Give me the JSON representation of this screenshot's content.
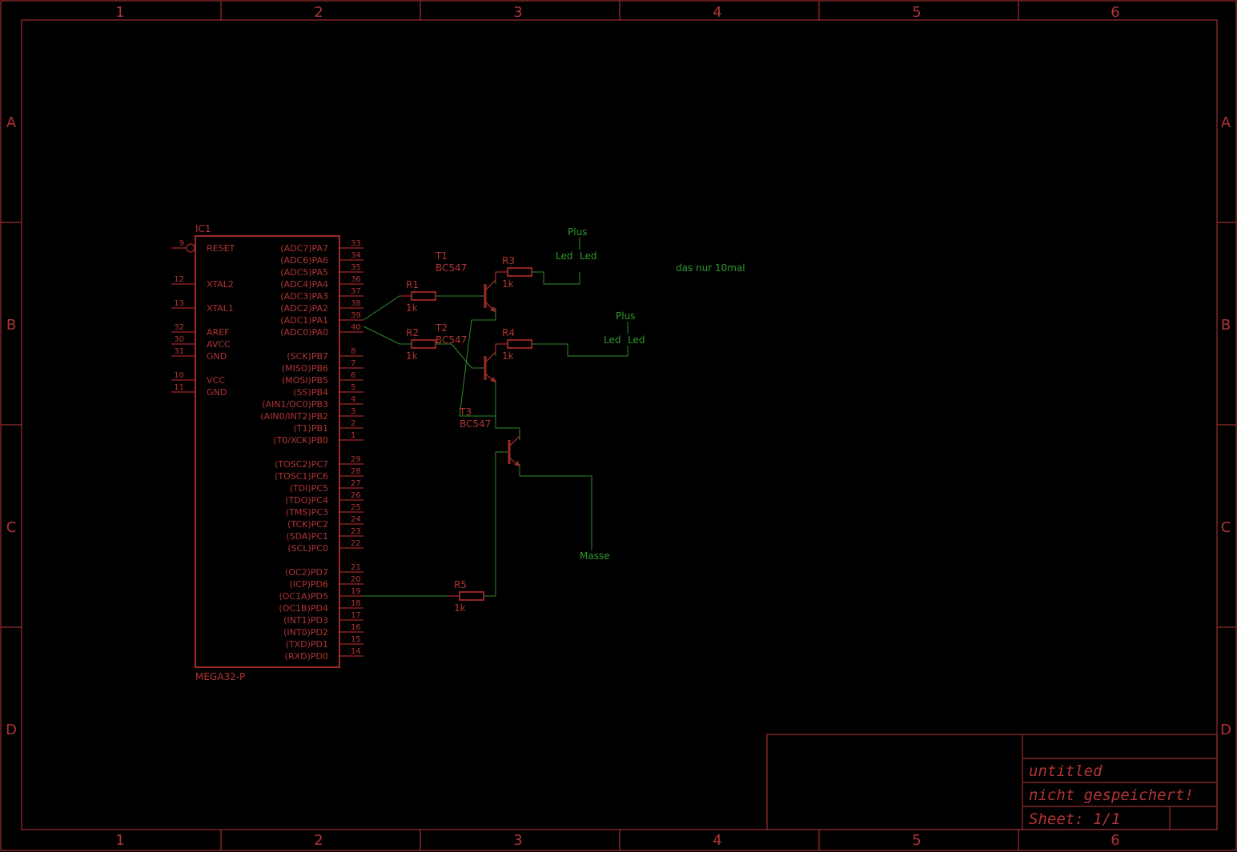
{
  "frame": {
    "columns": [
      "1",
      "2",
      "3",
      "4",
      "5",
      "6"
    ],
    "rows": [
      "A",
      "B",
      "C",
      "D"
    ]
  },
  "ic": {
    "name": "IC1",
    "value": "MEGA32-P",
    "left_pins": [
      {
        "num": "9",
        "label": "RESET"
      },
      {
        "num": "12",
        "label": "XTAL2"
      },
      {
        "num": "13",
        "label": "XTAL1"
      },
      {
        "num": "32",
        "label": "AREF"
      },
      {
        "num": "30",
        "label": "AVCC"
      },
      {
        "num": "31",
        "label": "GND"
      },
      {
        "num": "10",
        "label": "VCC"
      },
      {
        "num": "11",
        "label": "GND"
      }
    ],
    "right_pins": [
      {
        "num": "33",
        "label": "(ADC7)PA7"
      },
      {
        "num": "34",
        "label": "(ADC6)PA6"
      },
      {
        "num": "35",
        "label": "(ADC5)PA5"
      },
      {
        "num": "36",
        "label": "(ADC4)PA4"
      },
      {
        "num": "37",
        "label": "(ADC3)PA3"
      },
      {
        "num": "38",
        "label": "(ADC2)PA2"
      },
      {
        "num": "39",
        "label": "(ADC1)PA1"
      },
      {
        "num": "40",
        "label": "(ADC0)PA0"
      },
      {
        "num": "8",
        "label": "(SCK)PB7"
      },
      {
        "num": "7",
        "label": "(MISO)PB6"
      },
      {
        "num": "6",
        "label": "(MOSI)PB5"
      },
      {
        "num": "5",
        "label": "(SS)PB4"
      },
      {
        "num": "4",
        "label": "(AIN1/OC0)PB3"
      },
      {
        "num": "3",
        "label": "(AIN0/INT2)PB2"
      },
      {
        "num": "2",
        "label": "(T1)PB1"
      },
      {
        "num": "1",
        "label": "(T0/XCK)PB0"
      },
      {
        "num": "29",
        "label": "(TOSC2)PC7"
      },
      {
        "num": "28",
        "label": "(TOSC1)PC6"
      },
      {
        "num": "27",
        "label": "(TDI)PC5"
      },
      {
        "num": "26",
        "label": "(TDO)PC4"
      },
      {
        "num": "25",
        "label": "(TMS)PC3"
      },
      {
        "num": "24",
        "label": "(TCK)PC2"
      },
      {
        "num": "23",
        "label": "(SDA)PC1"
      },
      {
        "num": "22",
        "label": "(SCL)PC0"
      },
      {
        "num": "21",
        "label": "(OC2)PD7"
      },
      {
        "num": "20",
        "label": "(ICP)PD6"
      },
      {
        "num": "19",
        "label": "(OC1A)PD5"
      },
      {
        "num": "18",
        "label": "(OC1B)PD4"
      },
      {
        "num": "17",
        "label": "(INT1)PD3"
      },
      {
        "num": "16",
        "label": "(INT0)PD2"
      },
      {
        "num": "15",
        "label": "(TXD)PD1"
      },
      {
        "num": "14",
        "label": "(RXD)PD0"
      }
    ]
  },
  "resistors": [
    {
      "name": "R1",
      "value": "1k"
    },
    {
      "name": "R2",
      "value": "1k"
    },
    {
      "name": "R3",
      "value": "1k"
    },
    {
      "name": "R4",
      "value": "1k"
    },
    {
      "name": "R5",
      "value": "1k"
    }
  ],
  "transistors": [
    {
      "name": "T1",
      "value": "BC547"
    },
    {
      "name": "T2",
      "value": "BC547"
    },
    {
      "name": "T3",
      "value": "BC547"
    }
  ],
  "net_labels": {
    "plus1": "Plus",
    "led1a": "Led",
    "led1b": "Led",
    "plus2": "Plus",
    "led2a": "Led",
    "led2b": "Led",
    "masse": "Masse",
    "note": "das nur 10mal"
  },
  "title_block": {
    "name": "untitled",
    "status": "nicht gespeichert!",
    "sheet": "Sheet: 1/1"
  },
  "colors": {
    "background": "#000000",
    "frame": "#9b2d2d",
    "wire": "#2e8b2e",
    "text_net": "#2f9a2f"
  }
}
